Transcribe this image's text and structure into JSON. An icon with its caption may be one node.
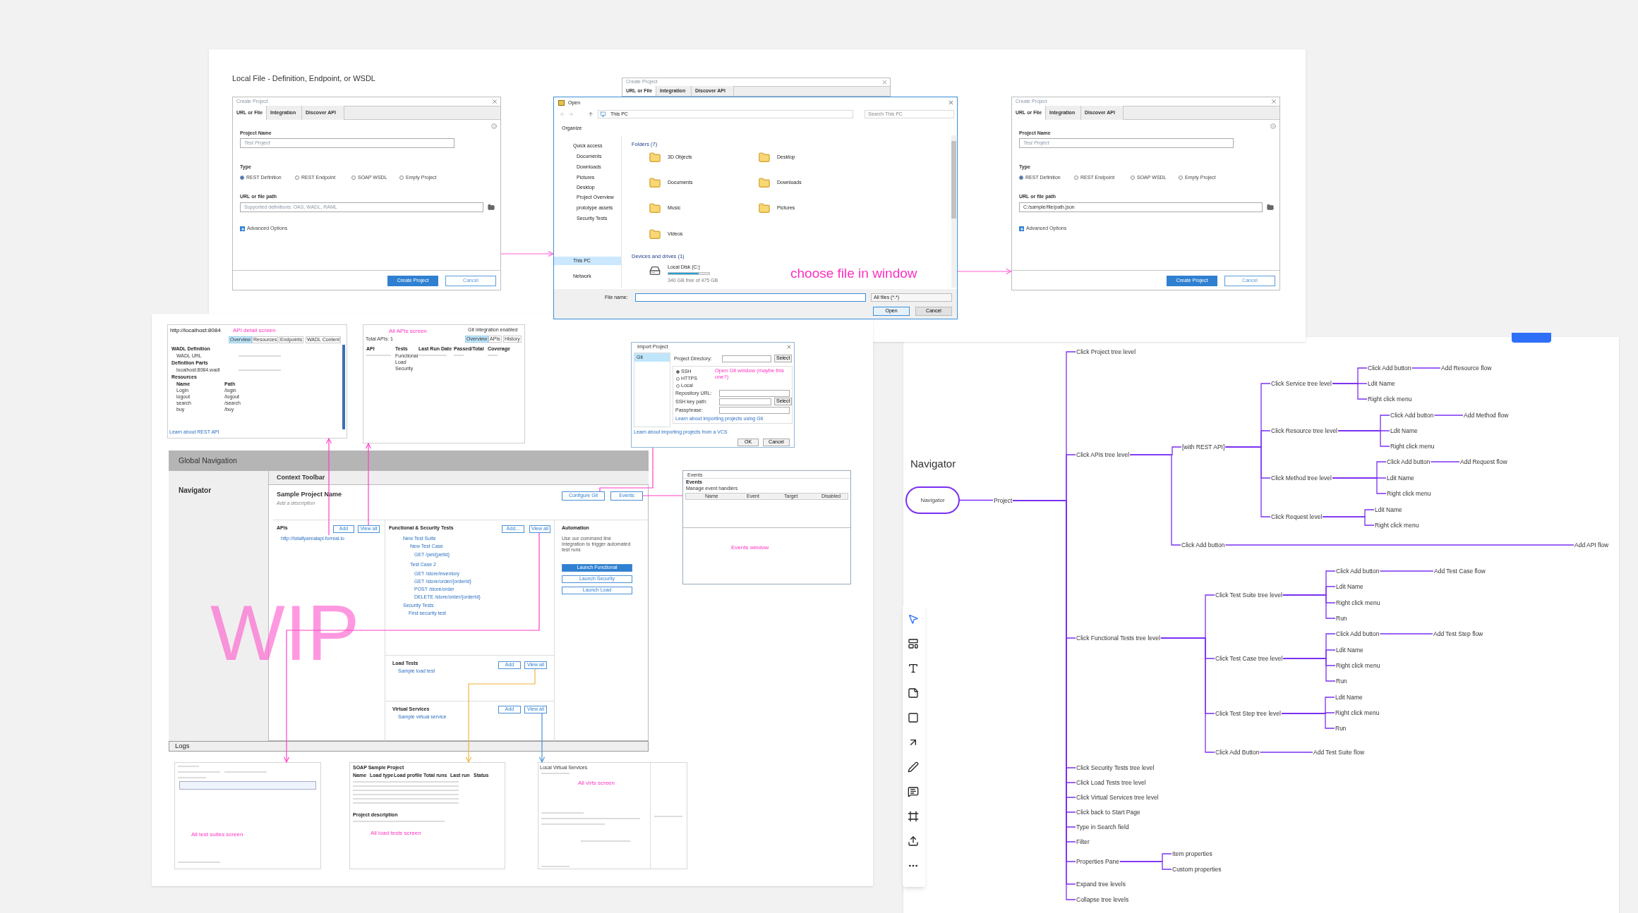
{
  "diagram": {
    "nodes": [
      {
        "text": [
          "Create Project",
          "URL or File",
          "Integration",
          "Discover API",
          "Project Name",
          "Test Project",
          "Type",
          "REST Definition",
          "REST Endpoint",
          "SOAP WSDL",
          "Empty Project",
          "URL or file path",
          "Supported definitions: OAS, WADL, RAML",
          "Advanced Options",
          "Create Project",
          "Cancel"
        ]
      },
      {
        "text": [
          "Create Project",
          "URL or File",
          "Integration",
          "Discover API"
        ]
      },
      {
        "text": [
          "Open",
          "This PC",
          "Search This PC",
          "Organize",
          "Quick access",
          "Documents",
          "Downloads",
          "Pictures",
          "Desktop",
          "Project Overview",
          "prototype assets",
          "Security Tests",
          "This PC",
          "Network",
          "Folders (7)",
          "3D Objects",
          "Desktop",
          "Documents",
          "Downloads",
          "Music",
          "Pictures",
          "Videos",
          "Devices and drives (1)",
          "Local Disk (C:)",
          "340 GB free of 475 GB",
          "File name:",
          "All files (*.*)",
          "Open",
          "Cancel"
        ]
      },
      {
        "text": [
          "Create Project",
          "URL or File",
          "Integration",
          "Discover API",
          "Project Name",
          "Test Project",
          "Type",
          "REST Definition",
          "REST Endpoint",
          "SOAP WSDL",
          "Empty Project",
          "URL or file path",
          "C:/sample/file/path.json",
          "Advanced Options",
          "Create Project",
          "Cancel"
        ]
      },
      {
        "text": [
          "http://localhost:8084",
          "API detail screen",
          "Overview",
          "Resources",
          "Endpoints",
          "WADL Content",
          "WADL Definition",
          "WADL URL",
          "Definition Parts",
          "localhost:8084.wadl",
          "Resources",
          "Name",
          "Path",
          "Login",
          "/login",
          "logout",
          "/logout",
          "search",
          "/search",
          "buy",
          "/buy",
          "Learn about REST API"
        ]
      },
      {
        "text": [
          "All APIs screen",
          "Git integration enabled",
          "Total APIs: 1",
          "Overview",
          "APIs",
          "History",
          "API",
          "Tests",
          "Last Run Date",
          "Passed/Total",
          "Coverage",
          "Functional",
          "Load",
          "Security"
        ]
      },
      {
        "text": [
          "Import Project",
          "Git",
          "Project Directory:",
          "Select",
          "SSH",
          "HTTPS",
          "Local",
          "Repository URL:",
          "SSH key path:",
          "Select",
          "Passphrase:",
          "Learn about importing projects using Git",
          "Learn about importing projects from a VCS",
          "OK",
          "Cancel",
          "Open Git window (maybe this one?)"
        ]
      },
      {
        "text": [
          "Events",
          "Events",
          "Manage event handlers",
          "Name",
          "Event",
          "Target",
          "Disabled",
          "Events window"
        ]
      },
      {
        "text": [
          "Global Navigation"
        ]
      },
      {
        "text": [
          "Navigator"
        ]
      },
      {
        "text": [
          "Context Toolbar"
        ]
      },
      {
        "text": [
          "Sample Project Name",
          "Add a description"
        ]
      },
      {
        "text": [
          "Configure Git"
        ],
        "in": 11
      },
      {
        "text": [
          "Events"
        ],
        "in": 11
      },
      {
        "text": [
          "APIs"
        ],
        "in": 11
      },
      {
        "text": [
          "Add"
        ],
        "in": 14
      },
      {
        "text": [
          "View all"
        ],
        "in": 14
      },
      {
        "text": [
          "http://totallyarealapi.forreal.io"
        ],
        "in": 14
      },
      {
        "text": [
          "Functional & Security Tests",
          "New Test Suite",
          "New Test Case",
          "GET /pet/{petId}",
          "Test Case 2",
          "GET /store/inventory",
          "GET /store/order/{orderId}",
          "POST /store/order",
          "DELETE /store/order/{orderId}",
          "Security Tests",
          "First security test"
        ],
        "in": 11
      },
      {
        "text": [
          "Add..."
        ],
        "in": 18
      },
      {
        "text": [
          "View all"
        ],
        "in": 18
      },
      {
        "text": [
          "Automation",
          "Use our command line integration to trigger automated test runs",
          "Launch Functional",
          "Launch Security",
          "Launch Load"
        ],
        "in": 11
      },
      {
        "text": [
          "Load Tests",
          "Sample load test"
        ],
        "in": 11
      },
      {
        "text": [
          "Add"
        ],
        "in": 22
      },
      {
        "text": [
          "View all"
        ],
        "in": 22
      },
      {
        "text": [
          "Virtual Services",
          "Sample virtual service"
        ],
        "in": 11
      },
      {
        "text": [
          "Add"
        ],
        "in": 25
      },
      {
        "text": [
          "View all"
        ],
        "in": 25
      },
      {
        "text": [
          "Logs"
        ]
      },
      {
        "text": [
          "All test suites screen"
        ]
      },
      {
        "text": [
          "SOAP Sample Project",
          "Name",
          "Load type",
          "Load profile",
          "Total runs",
          "Last run",
          "Status",
          "Project description",
          "All load tests screen"
        ]
      },
      {
        "text": [
          "Local Virtual Services",
          "All virts screen"
        ]
      },
      {
        "text": [
          "Navigator"
        ]
      },
      {
        "text": [
          "Project"
        ]
      },
      {
        "text": [
          "Click Project tree level"
        ]
      },
      {
        "text": [
          "Click APIs tree level"
        ]
      },
      {
        "text": [
          "[with REST API]"
        ]
      },
      {
        "text": [
          "Click Service tree level"
        ]
      },
      {
        "text": [
          "Click Add button"
        ]
      },
      {
        "text": [
          "Add Resource flow"
        ]
      },
      {
        "text": [
          "Ldit Name"
        ]
      },
      {
        "text": [
          "Right click menu"
        ]
      },
      {
        "text": [
          "Click Resource tree level"
        ]
      },
      {
        "text": [
          "Click Add button"
        ]
      },
      {
        "text": [
          "Add Method flow"
        ]
      },
      {
        "text": [
          "Ldit Name"
        ]
      },
      {
        "text": [
          "Right click menu"
        ]
      },
      {
        "text": [
          "Click Method tree level"
        ]
      },
      {
        "text": [
          "Click Add button"
        ]
      },
      {
        "text": [
          "Add Request flow"
        ]
      },
      {
        "text": [
          "Ldit Name"
        ]
      },
      {
        "text": [
          "Right click menu"
        ]
      },
      {
        "text": [
          "Click Request level"
        ]
      },
      {
        "text": [
          "Ldit Name"
        ]
      },
      {
        "text": [
          "Right click menu"
        ]
      },
      {
        "text": [
          "Click Add button"
        ]
      },
      {
        "text": [
          "Add API flow"
        ]
      },
      {
        "text": [
          "Click Functional Tests tree level"
        ]
      },
      {
        "text": [
          "Click Test Suite tree level"
        ]
      },
      {
        "text": [
          "Click Add button"
        ]
      },
      {
        "text": [
          "Add Test Case flow"
        ]
      },
      {
        "text": [
          "Ldit Name"
        ]
      },
      {
        "text": [
          "Right click menu"
        ]
      },
      {
        "text": [
          "Run"
        ]
      },
      {
        "text": [
          "Click Test Case tree level"
        ]
      },
      {
        "text": [
          "Click Add button"
        ]
      },
      {
        "text": [
          "Add Test Step flow"
        ]
      },
      {
        "text": [
          "Ldit Name"
        ]
      },
      {
        "text": [
          "Right click menu"
        ]
      },
      {
        "text": [
          "Run"
        ]
      },
      {
        "text": [
          "Click Test Step tree level"
        ]
      },
      {
        "text": [
          "Ldit Name"
        ]
      },
      {
        "text": [
          "Right click menu"
        ]
      },
      {
        "text": [
          "Run"
        ]
      },
      {
        "text": [
          "Click Add Button"
        ]
      },
      {
        "text": [
          "Add Test Suite flow"
        ]
      },
      {
        "text": [
          "Click Security Tests tree level"
        ]
      },
      {
        "text": [
          "Click Load Tests tree level"
        ]
      },
      {
        "text": [
          "Click Virtual Services tree level"
        ]
      },
      {
        "text": [
          "Click back to Start Page"
        ]
      },
      {
        "text": [
          "Type in Search field"
        ]
      },
      {
        "text": [
          "Filter"
        ]
      },
      {
        "text": [
          "Properties Pane"
        ]
      },
      {
        "text": [
          "Item properties"
        ]
      },
      {
        "text": [
          "Custom properties"
        ]
      },
      {
        "text": [
          "Expand tree levels"
        ]
      },
      {
        "text": [
          "Collapse tree levels"
        ]
      }
    ],
    "edges": [
      {
        "from": 0,
        "to": 2,
        "arrow": "to",
        "color": "#ff5fd2"
      },
      {
        "from": 2,
        "to": 3,
        "arrow": "to",
        "color": "#ff5fd2"
      },
      {
        "from": 17,
        "to": 4,
        "arrow": "to",
        "color": "#ff3fc8"
      },
      {
        "from": 16,
        "to": 5,
        "arrow": "to",
        "color": "#ff3fc8"
      },
      {
        "from": 12,
        "to": 6,
        "arrow": "none",
        "color": "#ff3fc8"
      },
      {
        "from": 13,
        "to": 7,
        "arrow": "none",
        "color": "#ff3fc8"
      },
      {
        "from": 20,
        "to": 29,
        "arrow": "to",
        "color": "#ff3fc8"
      },
      {
        "from": 24,
        "to": 30,
        "arrow": "to",
        "color": "#f0b43c"
      },
      {
        "from": 27,
        "to": 31,
        "arrow": "to",
        "color": "#4a90d9"
      },
      {
        "from": 32,
        "to": 33,
        "arrow": "none"
      },
      {
        "from": 33,
        "to": 34,
        "arrow": "none"
      },
      {
        "from": 33,
        "to": 35,
        "arrow": "none"
      },
      {
        "from": 33,
        "to": 57,
        "arrow": "none"
      },
      {
        "from": 33,
        "to": 76,
        "arrow": "none"
      },
      {
        "from": 33,
        "to": 77,
        "arrow": "none"
      },
      {
        "from": 33,
        "to": 78,
        "arrow": "none"
      },
      {
        "from": 33,
        "to": 79,
        "arrow": "none"
      },
      {
        "from": 33,
        "to": 80,
        "arrow": "none"
      },
      {
        "from": 33,
        "to": 81,
        "arrow": "none"
      },
      {
        "from": 33,
        "to": 82,
        "arrow": "none"
      },
      {
        "from": 33,
        "to": 85,
        "arrow": "none"
      },
      {
        "from": 33,
        "to": 86,
        "arrow": "none"
      },
      {
        "from": 35,
        "to": 36,
        "arrow": "none"
      },
      {
        "from": 35,
        "to": 55,
        "arrow": "none"
      },
      {
        "from": 36,
        "to": 37,
        "arrow": "none"
      },
      {
        "from": 36,
        "to": 42,
        "arrow": "none"
      },
      {
        "from": 36,
        "to": 47,
        "arrow": "none"
      },
      {
        "from": 36,
        "to": 52,
        "arrow": "none"
      },
      {
        "from": 37,
        "to": 38,
        "arrow": "none"
      },
      {
        "from": 37,
        "to": 40,
        "arrow": "none"
      },
      {
        "from": 37,
        "to": 41,
        "arrow": "none"
      },
      {
        "from": 38,
        "to": 39,
        "arrow": "none"
      },
      {
        "from": 42,
        "to": 43,
        "arrow": "none"
      },
      {
        "from": 42,
        "to": 45,
        "arrow": "none"
      },
      {
        "from": 42,
        "to": 46,
        "arrow": "none"
      },
      {
        "from": 43,
        "to": 44,
        "arrow": "none"
      },
      {
        "from": 47,
        "to": 48,
        "arrow": "none"
      },
      {
        "from": 47,
        "to": 50,
        "arrow": "none"
      },
      {
        "from": 47,
        "to": 51,
        "arrow": "none"
      },
      {
        "from": 48,
        "to": 49,
        "arrow": "none"
      },
      {
        "from": 52,
        "to": 53,
        "arrow": "none"
      },
      {
        "from": 52,
        "to": 54,
        "arrow": "none"
      },
      {
        "from": 55,
        "to": 56,
        "arrow": "none"
      },
      {
        "from": 57,
        "to": 58,
        "arrow": "none"
      },
      {
        "from": 57,
        "to": 64,
        "arrow": "none"
      },
      {
        "from": 57,
        "to": 70,
        "arrow": "none"
      },
      {
        "from": 57,
        "to": 74,
        "arrow": "none"
      },
      {
        "from": 58,
        "to": 59,
        "arrow": "none"
      },
      {
        "from": 58,
        "to": 61,
        "arrow": "none"
      },
      {
        "from": 58,
        "to": 62,
        "arrow": "none"
      },
      {
        "from": 58,
        "to": 63,
        "arrow": "none"
      },
      {
        "from": 59,
        "to": 60,
        "arrow": "none"
      },
      {
        "from": 64,
        "to": 65,
        "arrow": "none"
      },
      {
        "from": 64,
        "to": 67,
        "arrow": "none"
      },
      {
        "from": 64,
        "to": 68,
        "arrow": "none"
      },
      {
        "from": 64,
        "to": 69,
        "arrow": "none"
      },
      {
        "from": 65,
        "to": 66,
        "arrow": "none"
      },
      {
        "from": 70,
        "to": 71,
        "arrow": "none"
      },
      {
        "from": 70,
        "to": 72,
        "arrow": "none"
      },
      {
        "from": 70,
        "to": 73,
        "arrow": "none"
      },
      {
        "from": 74,
        "to": 75,
        "arrow": "none"
      },
      {
        "from": 82,
        "to": 83,
        "arrow": "none"
      },
      {
        "from": 82,
        "to": 84,
        "arrow": "none"
      }
    ],
    "labels": [
      "Local File - Definition, Endpoint, or WSDL",
      "choose file in window",
      "WIP",
      "Navigator"
    ]
  }
}
